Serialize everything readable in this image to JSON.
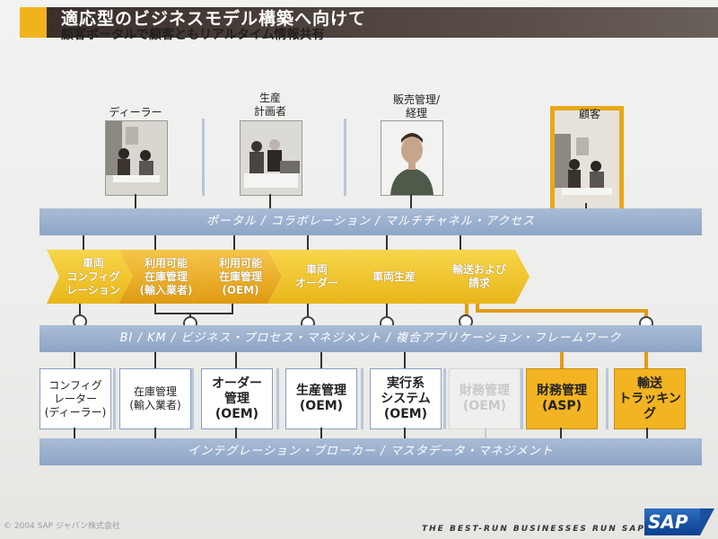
{
  "header": {
    "title": "適応型のビジネスモデル構築へ向けて",
    "subtitle": "顧客ポータルで顧客ともリアルタイム情報共有"
  },
  "roles": [
    {
      "label": "ディーラー",
      "highlighted": false
    },
    {
      "label": "生産\n計画者",
      "highlighted": false
    },
    {
      "label": "販売管理/\n経理",
      "highlighted": false
    },
    {
      "label": "顧客",
      "highlighted": true
    }
  ],
  "bands": {
    "portal": "ポータル / コラボレーション / マルチチャネル・アクセス",
    "framework": "BI / KM / ビジネス・プロセス・マネジメント / 複合アプリケーション・フレームワーク",
    "integration": "インテグレーション・ブローカー / マスタデータ・マネジメント"
  },
  "processes": [
    {
      "label": "車両\nコンフィグ\nレーション"
    },
    {
      "label": "利用可能\n在庫管理\n(輸入業者)"
    },
    {
      "label": "利用可能\n在庫管理\n(OEM)"
    },
    {
      "label": "車両\nオーダー"
    },
    {
      "label": "車両生産"
    },
    {
      "label": "輸送および\n請求"
    }
  ],
  "systems": [
    {
      "label": "コンフィグ\nレーター\n(ディーラー)",
      "style": "normal"
    },
    {
      "label": "在庫管理\n(輸入業者)",
      "style": "normal"
    },
    {
      "label": "オーダー\n管理\n(OEM)",
      "style": "wide"
    },
    {
      "label": "生産管理\n(OEM)",
      "style": "wide"
    },
    {
      "label": "実行系\nシステム\n(OEM)",
      "style": "wide"
    },
    {
      "label": "財務管理\n(OEM)",
      "style": "ghost"
    },
    {
      "label": "財務管理\n(ASP)",
      "style": "gold"
    },
    {
      "label": "輸送\nトラッキング",
      "style": "gold"
    }
  ],
  "footer": {
    "copyright": "© 2004 SAP ジャパン株式会社",
    "tagline": "THE BEST-RUN BUSINESSES RUN SAP",
    "logo": "SAP"
  },
  "colors": {
    "accent": "#f2b21e",
    "band": "#8da5c6",
    "connector_highlight": "#e39b16"
  }
}
